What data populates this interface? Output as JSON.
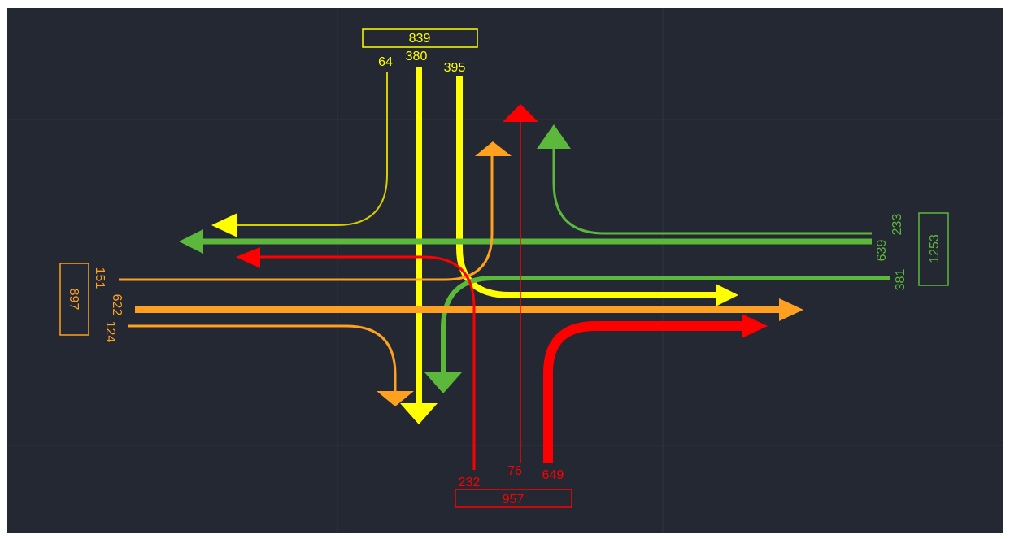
{
  "colors": {
    "background": "#232833",
    "grid": "#2c3340",
    "north": "#ffff00",
    "north_dark": "#d6cc00",
    "south": "#ff0000",
    "east": "#5cb83a",
    "west": "#ffa020"
  },
  "approaches": {
    "north": {
      "total": "839",
      "left": "64",
      "through": "380",
      "right": "395"
    },
    "south": {
      "total": "957",
      "right": "232",
      "through": "76",
      "left": "649"
    },
    "east": {
      "total": "1253",
      "left": "233",
      "through": "639",
      "right": "381"
    },
    "west": {
      "total": "897",
      "right": "151",
      "through": "622",
      "left": "124"
    }
  }
}
